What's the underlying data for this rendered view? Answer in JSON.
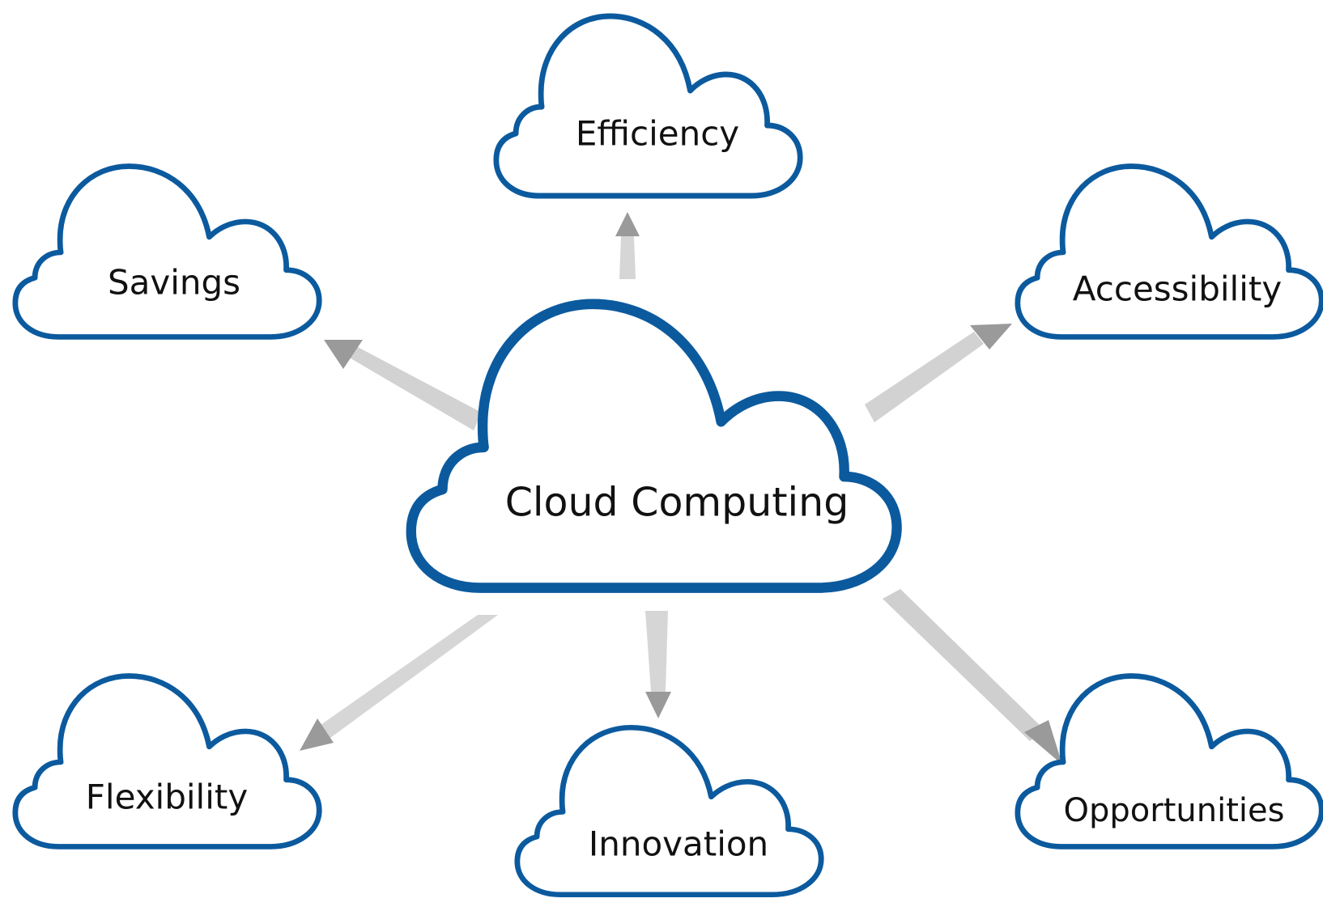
{
  "diagram": {
    "center": {
      "label": "Cloud Computing"
    },
    "branches": [
      {
        "id": "efficiency",
        "label": "Efficiency"
      },
      {
        "id": "savings",
        "label": "Savings"
      },
      {
        "id": "accessibility",
        "label": "Accessibility"
      },
      {
        "id": "flexibility",
        "label": "Flexibility"
      },
      {
        "id": "innovation",
        "label": "Innovation"
      },
      {
        "id": "opportunities",
        "label": "Opportunities"
      }
    ]
  },
  "colors": {
    "cloud_outline": "#0c5a9e",
    "arrow": "#b4b4b4",
    "arrow_head": "#9a9a9a",
    "text": "#111111",
    "background": "#ffffff"
  }
}
